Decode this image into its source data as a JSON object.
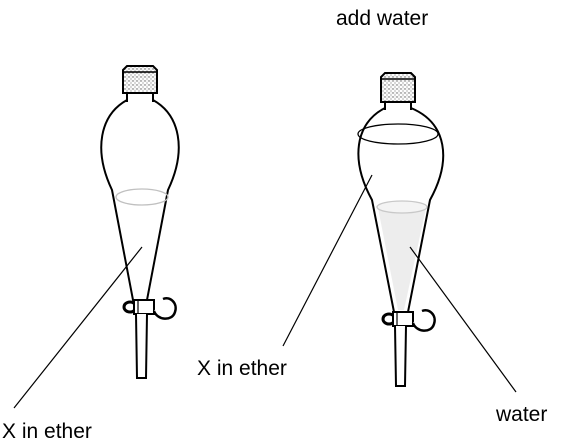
{
  "labels": {
    "add_water": "add water",
    "left_solution": "X in ether",
    "right_solution": "X in ether",
    "right_water": "water"
  },
  "colors": {
    "outline": "#000000",
    "liquid_meniscus": "#c8c8c8",
    "water_fill": "#ededed",
    "stopper_dots": "#555555"
  },
  "funnels": [
    {
      "name": "left-funnel",
      "contents": [
        "X in ether"
      ]
    },
    {
      "name": "right-funnel",
      "contents": [
        "X in ether",
        "water"
      ]
    }
  ]
}
